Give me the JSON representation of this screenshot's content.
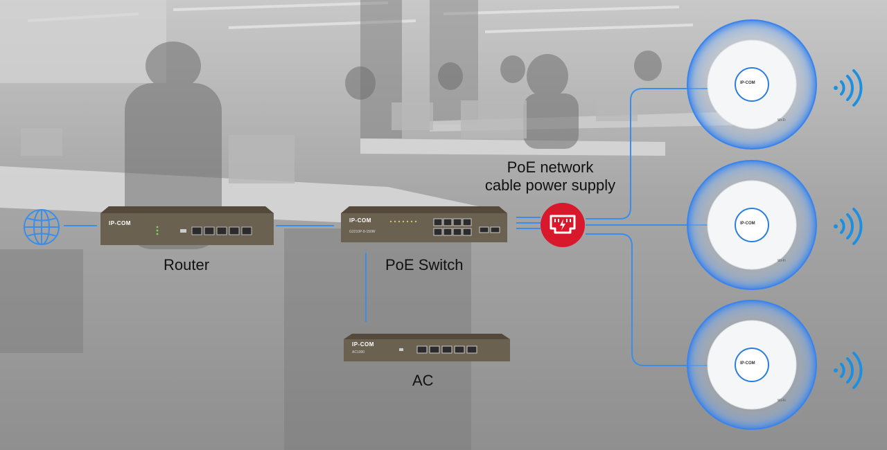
{
  "labels": {
    "router": "Router",
    "poe_switch": "PoE Switch",
    "ac": "AC",
    "poe_caption_line1": "PoE network",
    "poe_caption_line2": "cable power supply"
  },
  "devices": {
    "router_brand": "IP-COM",
    "switch_brand": "IP-COM",
    "switch_model": "G2210P-8-150W",
    "ac_brand": "IP-COM",
    "ac_model": "AC1000",
    "ap_brand": "IP-COM",
    "ap_badge": "Wi-Fi"
  },
  "colors": {
    "link_line": "#3a8ee8",
    "poe_badge": "#d7192b",
    "ap_glow": "#4a90f0",
    "device_body": "#6b6151"
  },
  "icons": [
    "globe-icon",
    "poe-ethernet-icon",
    "wifi-signal-icon"
  ]
}
